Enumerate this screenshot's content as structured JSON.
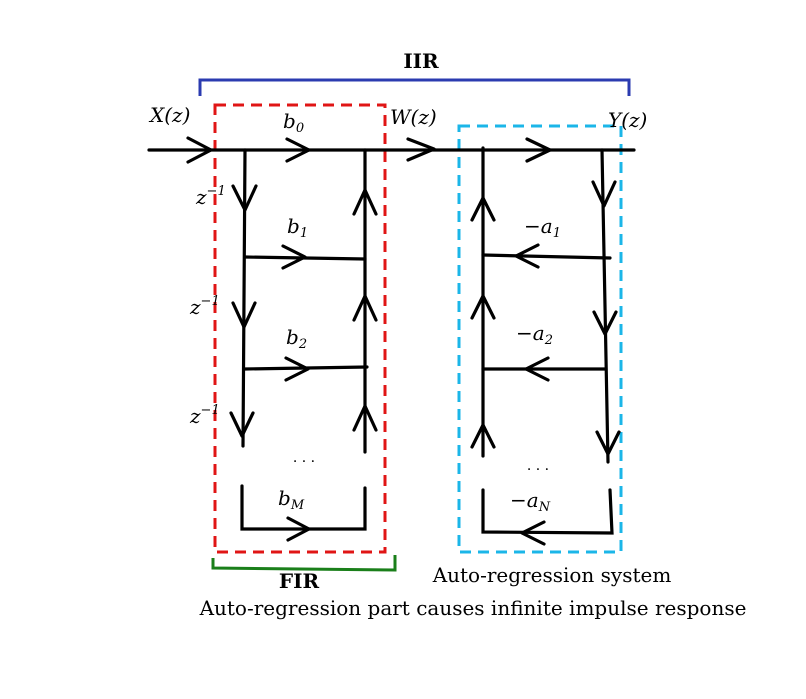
{
  "labels": {
    "iir": "IIR",
    "fir": "FIR",
    "input": "X(z)",
    "intermediate": "W(z)",
    "output": "Y(z)",
    "delay": "z",
    "delay_exp": "−1",
    "b0": "b",
    "b0_sub": "0",
    "b1": "b",
    "b1_sub": "1",
    "b2": "b",
    "b2_sub": "2",
    "bM": "b",
    "bM_sub": "M",
    "a1": "−a",
    "a1_sub": "1",
    "a2": "−a",
    "a2_sub": "2",
    "aN": "−a",
    "aN_sub": "N",
    "ellipsis": "· · ·",
    "ar_system": "Auto-regression system",
    "caption": "Auto-regression part causes infinite impulse response"
  },
  "colors": {
    "iir_bracket": "#2b3bb0",
    "fir_box": "#e01515",
    "fir_bracket": "#1a7f1a",
    "ar_box": "#1bb6e8",
    "lines": "#000000"
  }
}
